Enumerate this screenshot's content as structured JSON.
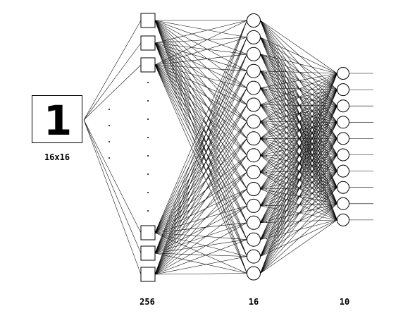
{
  "input": {
    "digit": "1",
    "size_label": "16x16"
  },
  "layers": [
    {
      "count_label": "256"
    },
    {
      "count_label": "16"
    },
    {
      "count_label": "10"
    }
  ]
}
